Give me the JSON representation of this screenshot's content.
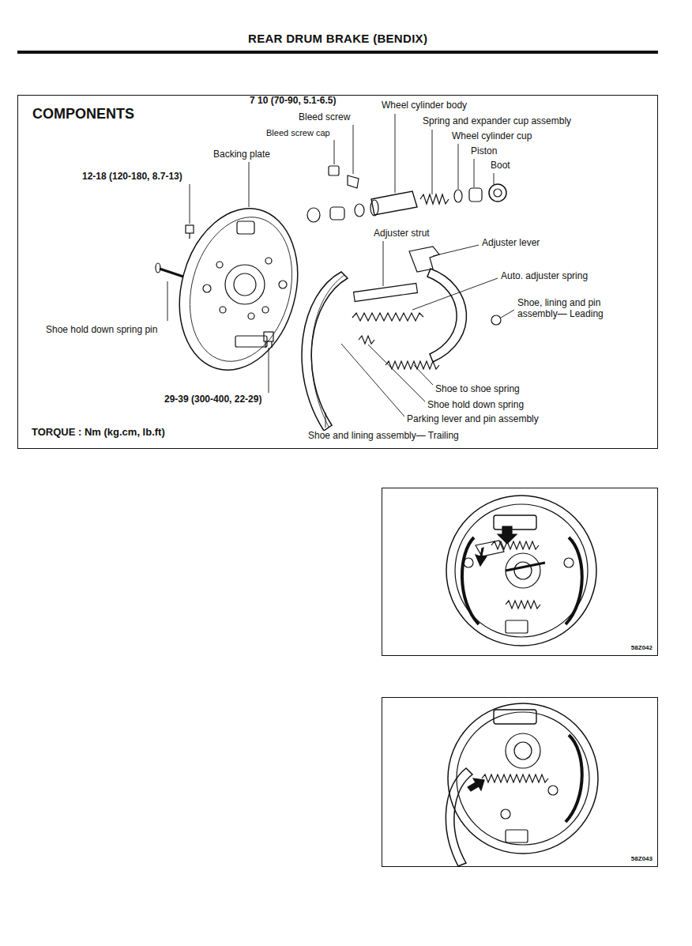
{
  "diagram": {
    "title": "REAR DRUM BRAKE (BENDIX)",
    "nodes": [
      {
        "text": [
          "COMPONENTS"
        ]
      },
      {
        "text": [
          "58Z042"
        ]
      },
      {
        "text": [
          "58Z043"
        ]
      }
    ],
    "labels": [
      "7 10 (70-90, 5.1-6.5)",
      "Wheel cylinder body",
      "Bleed screw",
      "Spring and expander cup assembly",
      "Bleed screw cap",
      "Wheel cylinder cup",
      "Piston",
      "Backing plate",
      "Boot",
      "12-18 (120-180, 8.7-13)",
      "Adjuster strut",
      "Adjuster lever",
      "Auto. adjuster spring",
      "Shoe, lining and pin assembly— Leading",
      "Shoe hold down spring pin",
      "Shoe to shoe spring",
      "29-39 (300-400, 22-29)",
      "Shoe hold down spring",
      "Parking lever and pin assembly",
      "TORQUE : Nm (kg.cm, lb.ft)",
      "Shoe and lining assembly— Trailing"
    ]
  }
}
